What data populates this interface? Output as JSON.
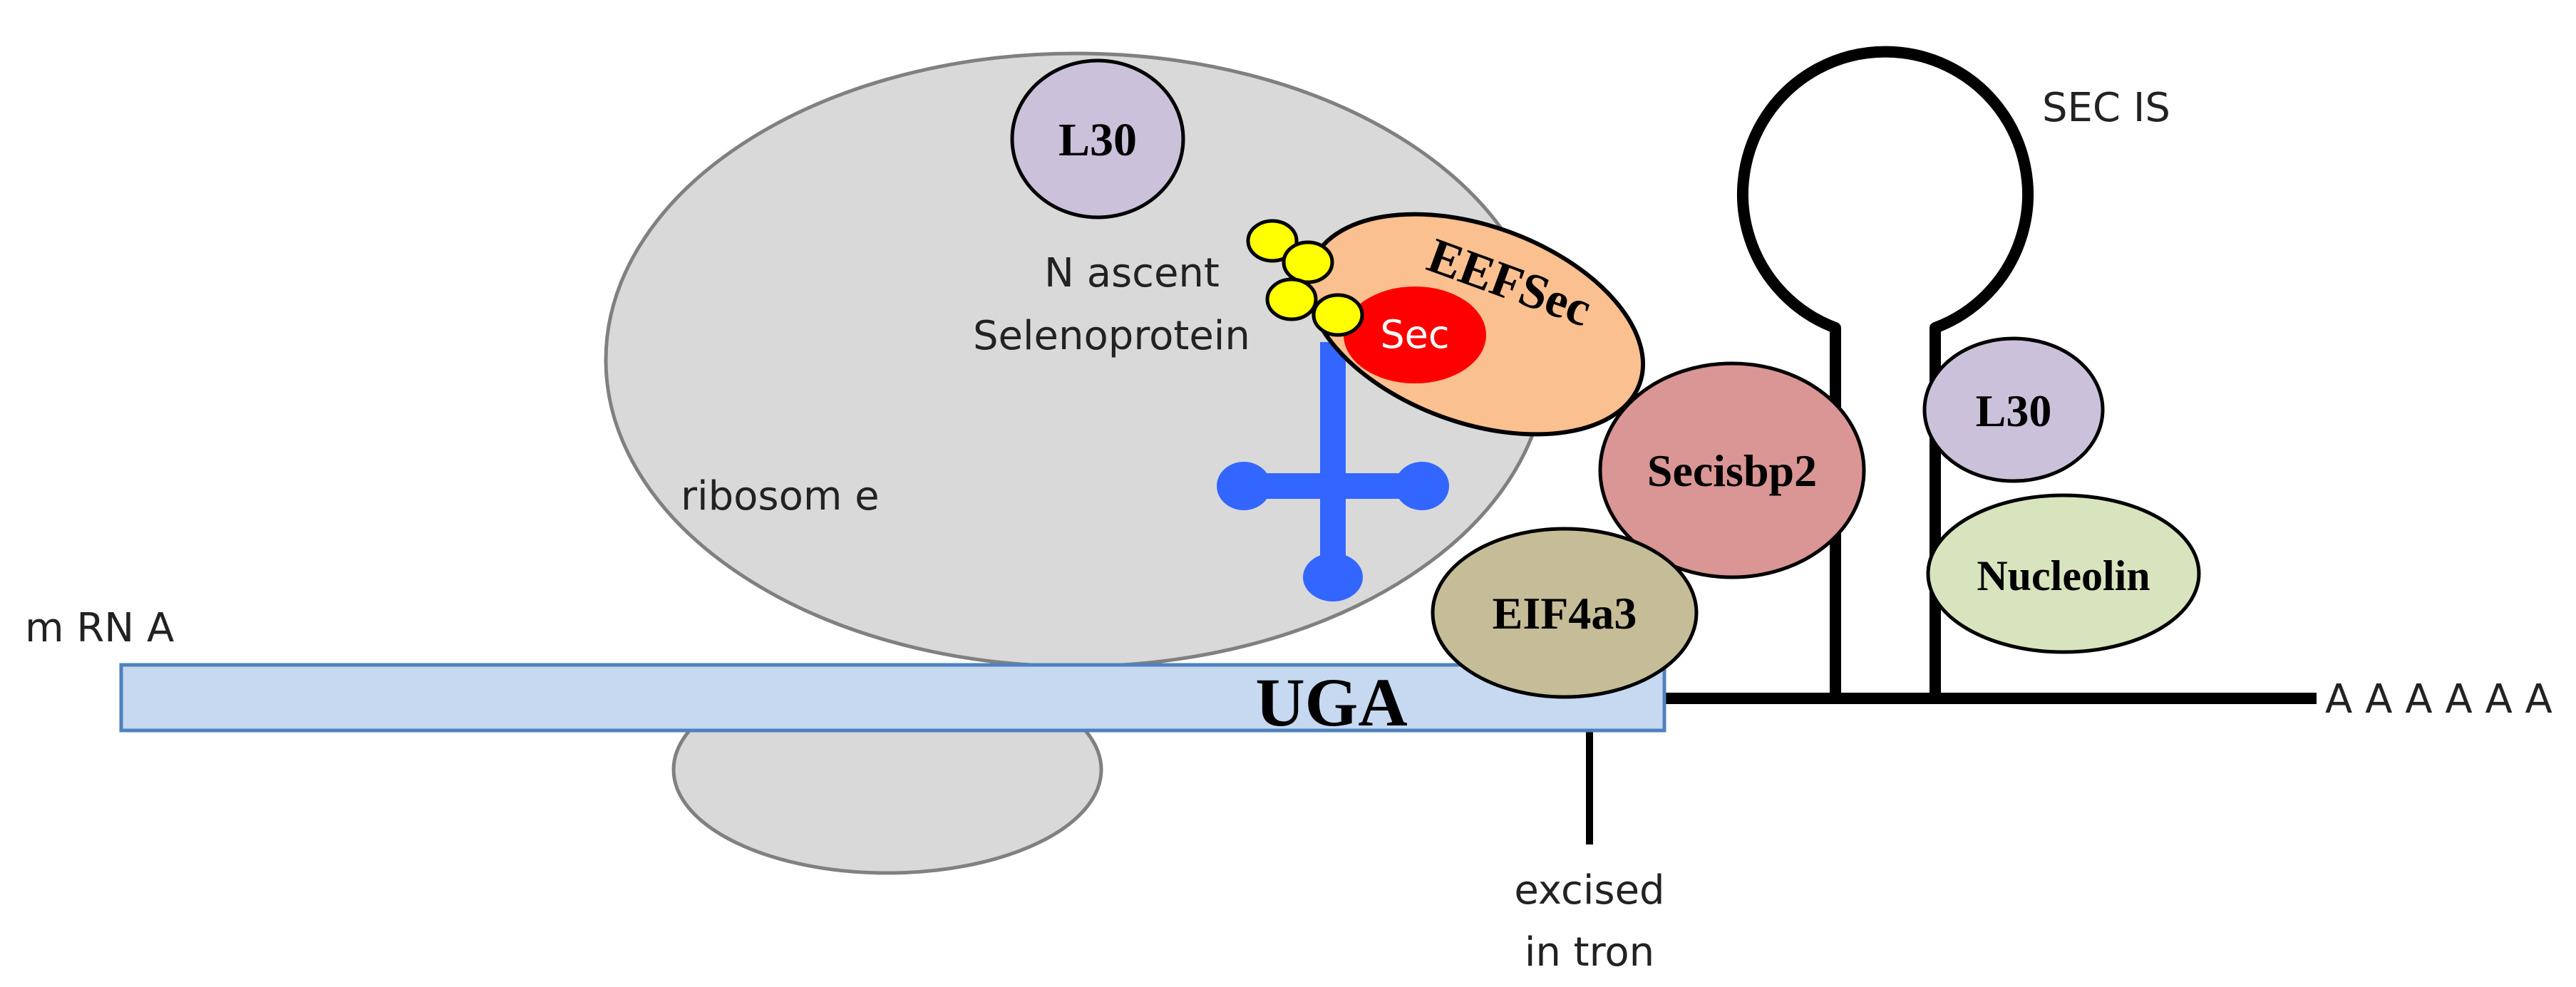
{
  "colors": {
    "ribosome_fill": "#d9d9d9",
    "ribosome_stroke": "#808080",
    "l30_fill": "#ccc1da",
    "eefsec_fill": "#fac090",
    "sec_fill": "#ff0000",
    "secisbp2_fill": "#d99694",
    "eif4a3_fill": "#c4bd97",
    "nucleolin_fill": "#d7e4bd",
    "mrna_fill": "#c6d9f1",
    "mrna_stroke": "#4f81bd",
    "trna_blue": "#3366ff",
    "peptide_yellow": "#ffff00",
    "line_black": "#000000"
  },
  "labels": {
    "mrna": "m RN A",
    "ribosome": "ribosom e",
    "nascent_line1": "N ascent",
    "nascent_line2": "Selenoprotein",
    "l30_top": "L30",
    "eefsec": "EEFSec",
    "sec": "Sec",
    "secisbp2": "Secisbp2",
    "eif4a3": "EIF4a3",
    "uga": "UGA",
    "secis": "SEC IS",
    "l30_right": "L30",
    "nucleolin": "Nucleolin",
    "polya": "A A A A A A",
    "excised_line1": "excised",
    "excised_line2": "in tron"
  }
}
